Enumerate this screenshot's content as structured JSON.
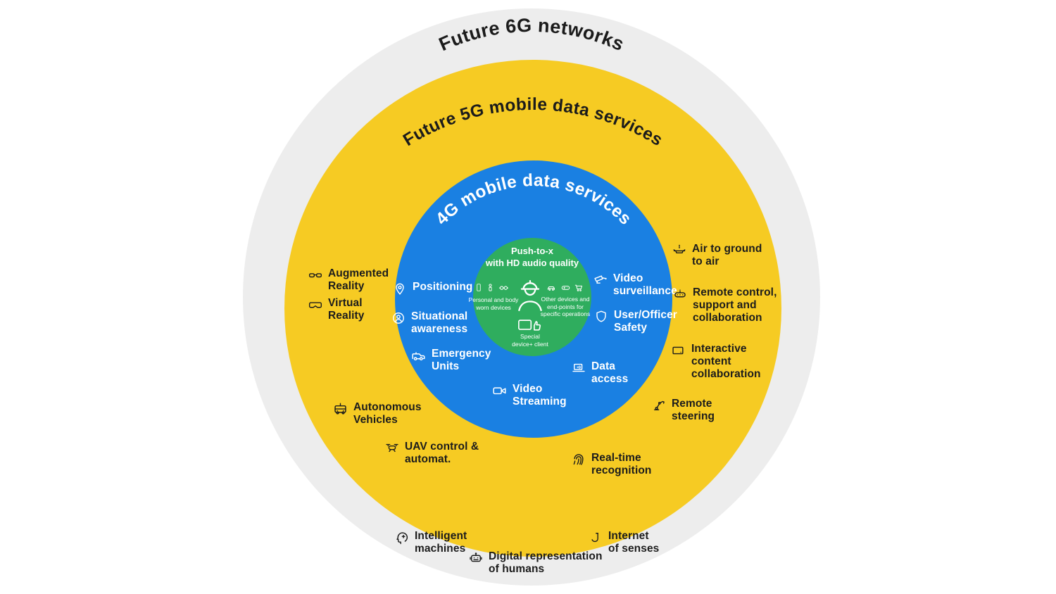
{
  "colors": {
    "outer_ring": "#EDEDED",
    "middle_ring": "#F6CB23",
    "inner_ring": "#1A80E2",
    "core_circle": "#2FAD5E",
    "text_dark": "#1c1c1c",
    "text_light": "#ffffff"
  },
  "rings": {
    "outer": {
      "title": "Future 6G networks",
      "items": [
        {
          "label": "Intelligent\nmachines",
          "icon": "machine-brain-icon"
        },
        {
          "label": "Digital representation\nof humans",
          "icon": "robot-head-icon"
        },
        {
          "label": "Internet\nof senses",
          "icon": "ear-icon"
        }
      ]
    },
    "middle": {
      "title": "Future 5G mobile data services",
      "items": [
        {
          "label": "Augmented\nReality",
          "icon": "ar-glasses-icon"
        },
        {
          "label": "Virtual\nReality",
          "icon": "vr-headset-icon"
        },
        {
          "label": "Autonomous\nVehicles",
          "icon": "bus-icon"
        },
        {
          "label": "UAV control &\nautomat.",
          "icon": "drone-icon"
        },
        {
          "label": "Real-time\nrecognition",
          "icon": "fingerprint-icon"
        },
        {
          "label": "Air to ground\nto air",
          "icon": "air-vehicle-icon"
        },
        {
          "label": "Remote control,\nsupport and\ncollaboration",
          "icon": "remote-control-icon"
        },
        {
          "label": "Interactive\ncontent\ncollaboration",
          "icon": "tablet-icon"
        },
        {
          "label": "Remote\nsteering",
          "icon": "robot-arm-icon"
        }
      ]
    },
    "inner": {
      "title": "4G mobile data services",
      "items": [
        {
          "label": "Positioning",
          "icon": "location-pin-icon"
        },
        {
          "label": "Situational\nawareness",
          "icon": "person-circle-icon"
        },
        {
          "label": "Emergency\nUnits",
          "icon": "ambulance-icon"
        },
        {
          "label": "Video\nsurveillance",
          "icon": "cctv-camera-icon"
        },
        {
          "label": "User/Officer\nSafety",
          "icon": "shield-icon"
        },
        {
          "label": "Data\naccess",
          "icon": "laptop-audio-icon"
        },
        {
          "label": "Video\nStreaming",
          "icon": "video-camera-icon"
        }
      ]
    },
    "core": {
      "title": "Push-to-x\nwith HD audio quality",
      "center_icon": "worker-helmet-icon",
      "groups": [
        {
          "caption": "Personal and body\nworn devices",
          "icons": [
            "phone-icon",
            "bodycam-icon",
            "smart-glasses-icon"
          ]
        },
        {
          "caption": "Other devices and\nend-points for\nspecific operations",
          "icons": [
            "car-icon",
            "medical-device-icon",
            "cart-icon"
          ]
        },
        {
          "caption": "Special\ndevice+ client",
          "icons": [
            "tablet-hand-icon"
          ]
        }
      ]
    }
  }
}
